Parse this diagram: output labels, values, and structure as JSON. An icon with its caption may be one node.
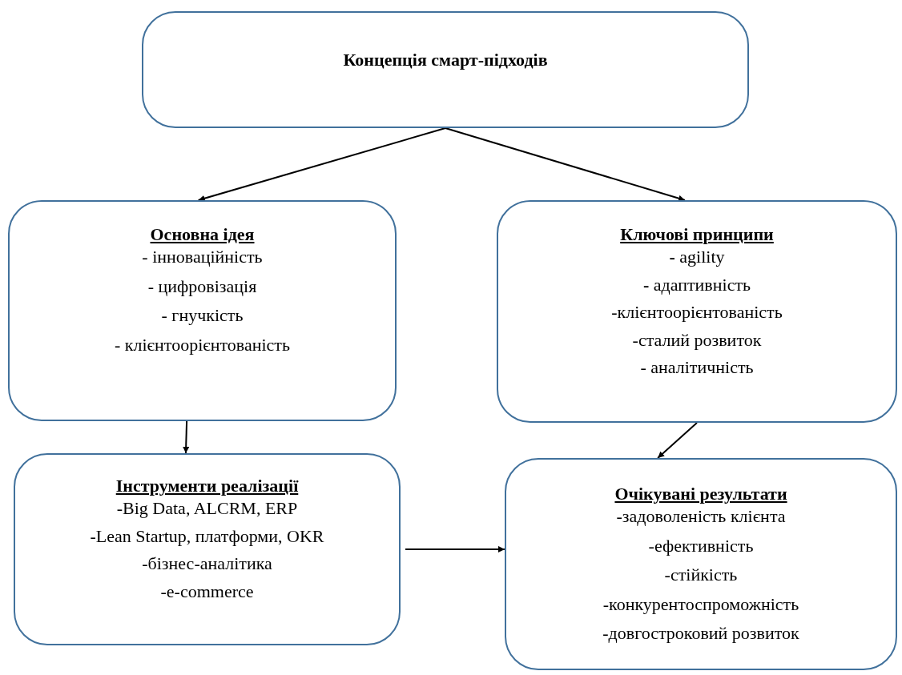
{
  "diagram": {
    "nodes": [
      {
        "text": [
          "Концепція смарт-підходів"
        ]
      },
      {
        "text": [
          "Основна ідея",
          "- інноваційність",
          "- цифровізація",
          "- гнучкість",
          "- клієнтоорієнтованість"
        ]
      },
      {
        "text": [
          "Ключові принципи",
          "**-** agility",
          "**-** адаптивність",
          "-клієнтоорієнтованість",
          "-сталий розвиток",
          "- аналітичність"
        ]
      },
      {
        "text": [
          "Інструменти реалізації",
          "-Big Data, ALCRM, ERP",
          "-Lean Startup, платформи,  OKR",
          "-бізнес-аналітика",
          "-e-commerce"
        ]
      },
      {
        "text": [
          "Очікувані результати",
          "-задоволеність клієнта",
          "-ефективність",
          "-стійкість",
          "-конкурентоспроможність",
          "-довгостроковий розвиток"
        ]
      }
    ],
    "edges": [
      {
        "from": 0,
        "to": 1,
        "arrow": "to"
      },
      {
        "from": 0,
        "to": 2,
        "arrow": "to"
      },
      {
        "from": 1,
        "to": 3,
        "arrow": "to"
      },
      {
        "from": 2,
        "to": 4,
        "arrow": "to"
      },
      {
        "from": 3,
        "to": 4,
        "arrow": "to"
      }
    ]
  }
}
